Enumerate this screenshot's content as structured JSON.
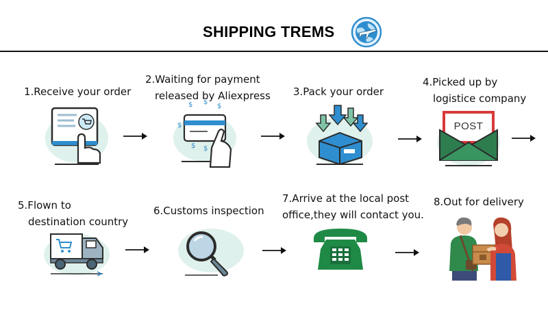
{
  "header": {
    "title": "SHIPPING TREMS",
    "icon": "globe-airplane-icon"
  },
  "colors": {
    "accent_blue": "#2f8ecf",
    "mint": "#dff1ec",
    "phone_green": "#1f8a46",
    "post_red": "#d83a3a",
    "ink": "#2b2b2b"
  },
  "steps": [
    {
      "line1": "1.Receive your order",
      "line2": "",
      "icon": "tablet-cart-tap-icon"
    },
    {
      "line1": "2.Waiting for payment",
      "line2": "released by Aliexpress",
      "icon": "card-payment-icon"
    },
    {
      "line1": "3.Pack your order",
      "line2": "",
      "icon": "package-arrows-icon"
    },
    {
      "line1": "4.Picked up by",
      "line2": "logistice company",
      "icon": "post-envelope-icon"
    },
    {
      "line1": "5.Flown to",
      "line2": "destination country",
      "icon": "delivery-truck-icon"
    },
    {
      "line1": "6.Customs inspection",
      "line2": "",
      "icon": "magnifier-icon"
    },
    {
      "line1": "7.Arrive at the local post",
      "line2": "office,they will contact you.",
      "icon": "telephone-icon"
    },
    {
      "line1": "8.Out for delivery",
      "line2": "",
      "icon": "courier-handover-icon"
    }
  ],
  "post_sign": "POST"
}
